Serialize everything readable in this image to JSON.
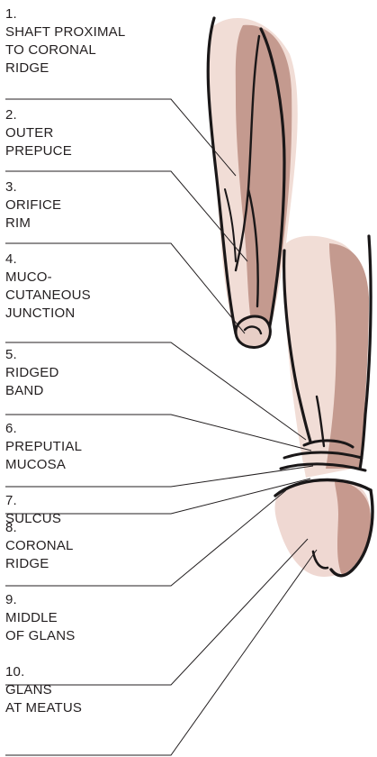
{
  "labels": [
    {
      "number": "1.",
      "lines": [
        "SHAFT PROXIMAL",
        "TO CORONAL",
        "RIDGE"
      ]
    },
    {
      "number": "2.",
      "lines": [
        "OUTER",
        "PREPUCE"
      ]
    },
    {
      "number": "3.",
      "lines": [
        "ORIFICE",
        "RIM"
      ]
    },
    {
      "number": "4.",
      "lines": [
        "MUCO-",
        "CUTANEOUS",
        "JUNCTION"
      ]
    },
    {
      "number": "5.",
      "lines": [
        "RIDGED",
        "BAND"
      ]
    },
    {
      "number": "6.",
      "lines": [
        "PREPUTIAL",
        "MUCOSA"
      ]
    },
    {
      "number": "7.",
      "lines": [
        "SULCUS"
      ]
    },
    {
      "number": "8.",
      "lines": [
        "CORONAL",
        "RIDGE"
      ]
    },
    {
      "number": "9.",
      "lines": [
        "MIDDLE",
        "OF GLANS"
      ]
    },
    {
      "number": "10.",
      "lines": [
        "GLANS",
        "AT MEATUS"
      ]
    }
  ],
  "colors": {
    "outline": "#1a1718",
    "skin_light": "#f1ddd6",
    "skin_dark": "#c49a8f",
    "glans_light": "#efd8d2",
    "glans_dark": "#c6998e",
    "text": "#231f20"
  }
}
